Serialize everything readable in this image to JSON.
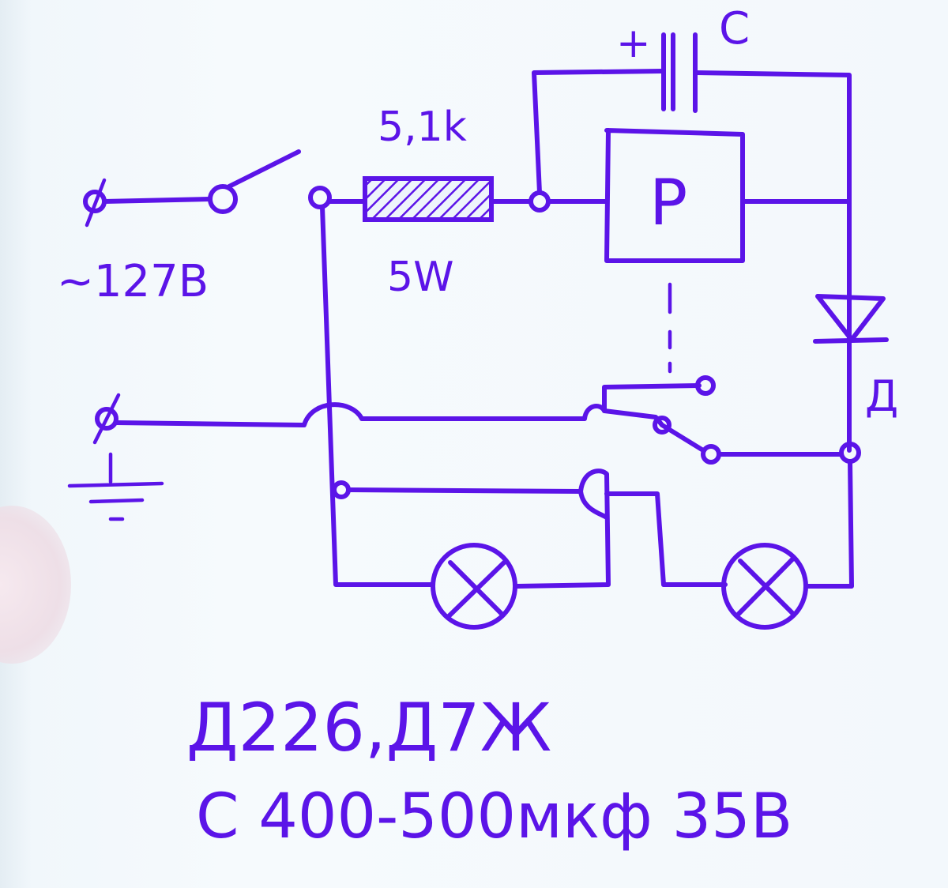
{
  "ink_color": "#5b14e8",
  "labels": {
    "capacitor_plus": "+",
    "capacitor": "C",
    "resistor_value": "5,1k",
    "resistor_power": "5W",
    "relay": "P",
    "supply": "~127B",
    "diode": "Д",
    "note_diodes": "Д226,Д7Ж",
    "note_capacitor": "C 400-500мкф 35B"
  }
}
